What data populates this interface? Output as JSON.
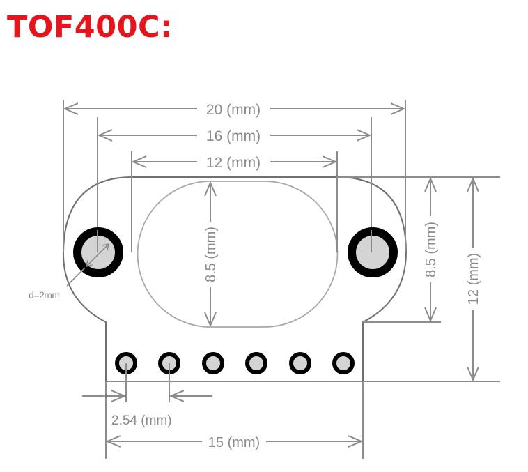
{
  "title": "TOF400C:",
  "colors": {
    "title": "#e8141b",
    "dimension_line": "#8c8c8c",
    "board_outline": "#707070",
    "window_outline": "#a8a8a8",
    "hole_ring": "#000000",
    "hole_fill": "#d4d4d4"
  },
  "dimensions": {
    "overall_width": "20 (mm)",
    "mount_hole_spacing": "16 (mm)",
    "window_width": "12 (mm)",
    "window_height": "8.5 (mm)",
    "side_height": "8.5 (mm)",
    "overall_height": "12 (mm)",
    "hole_diameter": "d=2mm",
    "pin_pitch": "2.54 (mm)",
    "header_width": "15 (mm)"
  },
  "pins": {
    "count": 6
  },
  "mount_holes": {
    "count": 2
  }
}
